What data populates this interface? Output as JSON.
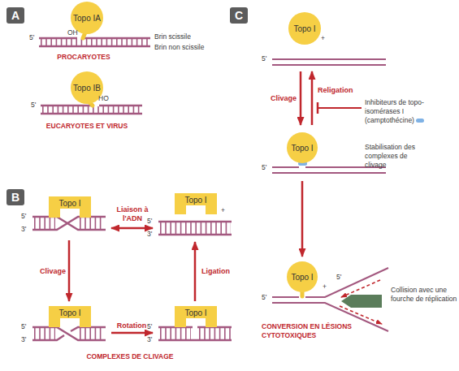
{
  "diagram": {
    "nodes": [
      {
        "text": [
          "A"
        ]
      },
      {
        "text": [
          "Topo IA"
        ]
      },
      {
        "text": [
          "Topo IB"
        ]
      },
      {
        "text": [
          "B"
        ]
      },
      {
        "text": [
          "Topo I"
        ]
      },
      {
        "text": [
          "Topo I"
        ]
      },
      {
        "text": [
          "Topo I"
        ]
      },
      {
        "text": [
          "Topo I"
        ]
      },
      {
        "text": [
          "C"
        ]
      },
      {
        "text": [
          "Topo I"
        ]
      },
      {
        "text": [
          "Topo I"
        ]
      },
      {
        "text": [
          "Topo I"
        ]
      }
    ],
    "edges": [
      {
        "from": 5,
        "to": 4,
        "arrow": "both",
        "label": "Liaison à l'ADN"
      },
      {
        "from": 4,
        "to": 6,
        "arrow": "to",
        "label": "Clivage"
      },
      {
        "from": 6,
        "to": 7,
        "arrow": "to",
        "label": "Rotation"
      },
      {
        "from": 7,
        "to": 5,
        "arrow": "to",
        "label": "Ligation"
      },
      {
        "from": 9,
        "to": 10,
        "arrow": "to",
        "label": "Clivage"
      },
      {
        "from": 10,
        "to": 9,
        "arrow": "to",
        "label": "Religation"
      },
      {
        "from": 10,
        "to": 11,
        "arrow": "to"
      }
    ],
    "labels": [
      "5'",
      "OH",
      "Brin scissile",
      "Brin non scissile",
      "PROCARYOTES",
      "5'",
      "HO",
      "EUCARYOTES ET VIRUS",
      "5'",
      "3'",
      "5'",
      "3'",
      "+",
      "5'",
      "3'",
      "5'",
      "3'",
      "COMPLEXES DE CLIVAGE",
      "5'",
      "+",
      "Inhibiteurs de topo-isomérases I (camptothécine)",
      "5'",
      "Stabilisation des complexes de clivage",
      "5'",
      "+",
      "5'",
      "Collision avec une fourche de réplication",
      "CONVERSION EN LÉSIONS CYTOTOXIQUES"
    ]
  }
}
